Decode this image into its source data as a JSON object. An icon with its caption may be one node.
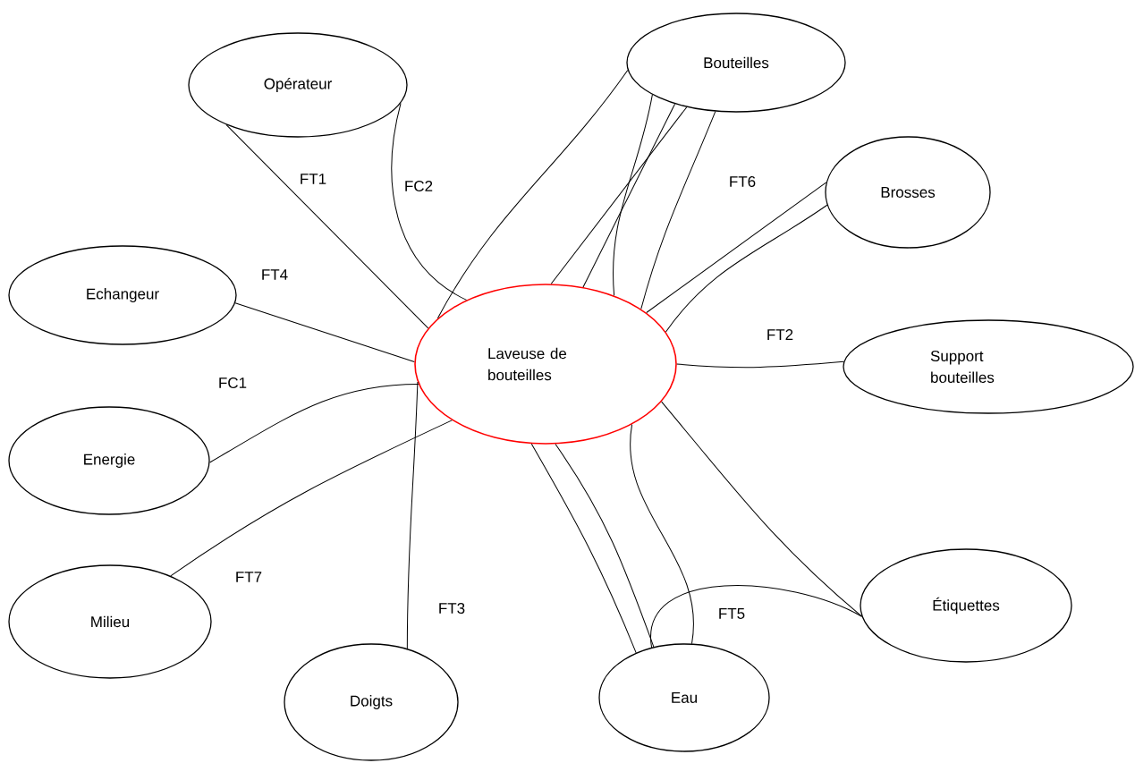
{
  "diagram": {
    "nodes": [
      {
        "text": [
          "Bouteilles"
        ]
      },
      {
        "text": [
          "Opérateur"
        ]
      },
      {
        "text": [
          "Brosses"
        ]
      },
      {
        "text": [
          "Echangeur"
        ]
      },
      {
        "text": [
          "Laveuse de bouteilles"
        ]
      },
      {
        "text": [
          "Support bouteilles"
        ]
      },
      {
        "text": [
          "Energie"
        ]
      },
      {
        "text": [
          "Étiquettes"
        ]
      },
      {
        "text": [
          "Milieu"
        ]
      },
      {
        "text": [
          "Doigts"
        ]
      },
      {
        "text": [
          "Eau"
        ]
      }
    ],
    "edges": [
      {
        "from": 1,
        "to": 4,
        "arrow": "none"
      },
      {
        "from": 1,
        "to": 4,
        "arrow": "none"
      },
      {
        "from": 3,
        "to": 4,
        "arrow": "none"
      },
      {
        "from": 6,
        "to": 4,
        "arrow": "none"
      },
      {
        "from": 8,
        "to": 4,
        "arrow": "none"
      },
      {
        "from": 0,
        "to": 4,
        "arrow": "none"
      },
      {
        "from": 4,
        "to": 9,
        "arrow": "none"
      },
      {
        "from": 0,
        "to": 4,
        "arrow": "none"
      },
      {
        "from": 0,
        "to": 4,
        "arrow": "none"
      },
      {
        "from": 0,
        "to": 4,
        "arrow": "none"
      },
      {
        "from": 0,
        "to": 4,
        "arrow": "none"
      },
      {
        "from": 2,
        "to": 4,
        "arrow": "none"
      },
      {
        "from": 2,
        "to": 4,
        "arrow": "none"
      },
      {
        "from": 4,
        "to": 5,
        "arrow": "none"
      },
      {
        "from": 4,
        "to": 10,
        "arrow": "none"
      },
      {
        "from": 4,
        "to": 10,
        "arrow": "none"
      },
      {
        "from": 4,
        "to": 10,
        "arrow": "none"
      },
      {
        "from": 4,
        "to": 7,
        "arrow": "none"
      },
      {
        "from": 10,
        "to": 7,
        "arrow": "none"
      }
    ],
    "labels": [
      "FT1",
      "FC2",
      "FT6",
      "FT4",
      "FT2",
      "FC1",
      "FT7",
      "FT3",
      "FT5"
    ]
  }
}
